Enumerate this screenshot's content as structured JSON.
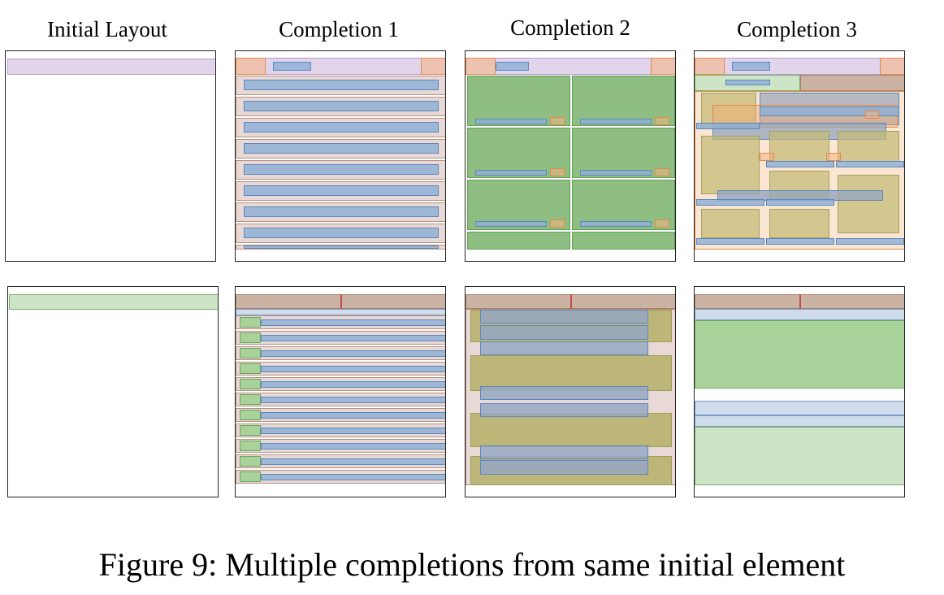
{
  "columns": [
    "Initial Layout",
    "Completion 1",
    "Completion 2",
    "Completion 3"
  ],
  "caption": "Figure 9: Multiple completions from same initial element"
}
